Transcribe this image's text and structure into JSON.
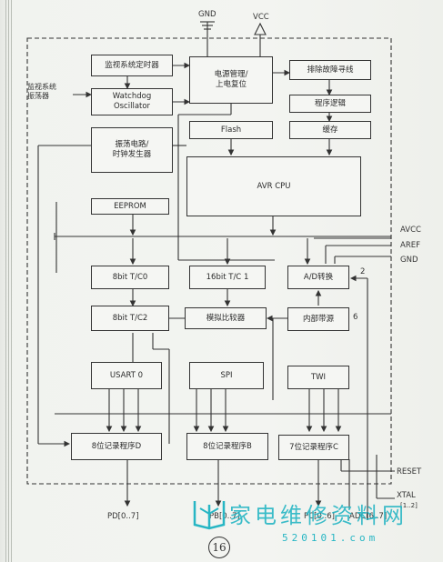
{
  "blocks": {
    "watchdog_timer": "监视系统定时器",
    "watchdog_osc": "Watchdog\nOscillator",
    "power": "电源管理/\n上电复位",
    "debug": "排除故障寻线",
    "prog_logic": "程序逻辑",
    "oscillator": "振荡电路/\n时钟发生器",
    "flash": "Flash",
    "cache": "缓存",
    "cpu": "AVR CPU",
    "eeprom": "EEPROM",
    "t0": "8bit T/C0",
    "t1": "16bit T/C 1",
    "adc": "A/D转换",
    "t2": "8bit T/C2",
    "comparator": "模拟比较器",
    "ref": "内部带源",
    "usart": "USART 0",
    "spi": "SPI",
    "twi": "TWI",
    "reg_d": "8位记录程序D",
    "reg_b": "8位记录程序B",
    "reg_c": "7位记录程序C"
  },
  "labels": {
    "ext_watchdog": "监视系统\n振荡器",
    "gnd_top": "GND",
    "vcc_top": "VCC",
    "avcc": "AVCC",
    "aref": "AREF",
    "gnd_right": "GND",
    "num_2": "2",
    "num_6": "6",
    "reset": "RESET",
    "xtal": "XTAL",
    "xtal_pins": "[1..2]",
    "pd": "PD[0..7]",
    "pb": "PB[0..7]",
    "pc": "PC[0..6]",
    "adc_pins": "ADC[6..7]",
    "page_number": "16",
    "watermark": "家电维修资料网",
    "watermark_url": "520101.com"
  },
  "colors": {
    "line": "#333333",
    "watermark": "#27b6c4"
  }
}
